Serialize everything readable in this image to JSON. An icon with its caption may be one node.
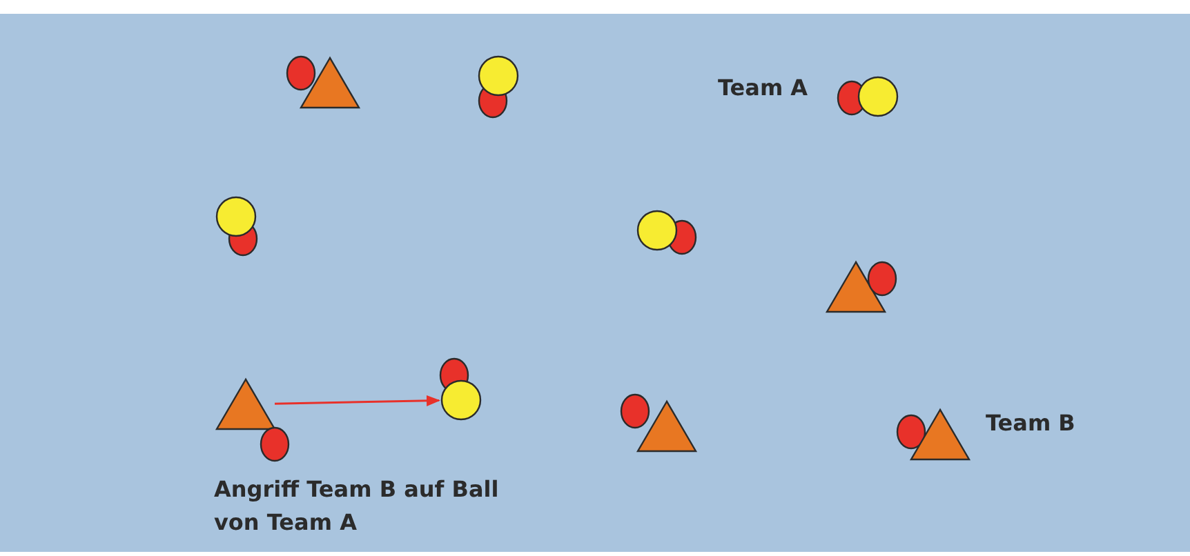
{
  "diagram": {
    "nodes": [
      {
        "text": [],
        "shape": "circle"
      },
      {
        "text": [],
        "shape": "triangle"
      },
      {
        "text": [],
        "shape": "circle"
      },
      {
        "text": [],
        "shape": "circle"
      },
      {
        "text": [],
        "shape": "circle"
      },
      {
        "text": [],
        "shape": "circle"
      },
      {
        "text": [],
        "shape": "circle"
      },
      {
        "text": [],
        "shape": "circle"
      },
      {
        "text": [],
        "shape": "circle"
      },
      {
        "text": [],
        "shape": "circle"
      },
      {
        "text": [],
        "shape": "triangle"
      },
      {
        "text": [],
        "shape": "circle"
      },
      {
        "text": [],
        "shape": "circle"
      },
      {
        "text": [],
        "shape": "circle"
      },
      {
        "text": [],
        "shape": "triangle"
      },
      {
        "text": [],
        "shape": "circle"
      },
      {
        "text": [],
        "shape": "triangle"
      },
      {
        "text": [],
        "shape": "circle"
      },
      {
        "text": [],
        "shape": "triangle"
      },
      {
        "text": [],
        "shape": "circle"
      }
    ],
    "edges": [
      {
        "from": 14,
        "to": 13,
        "arrow": "to",
        "color": "#e8312a"
      }
    ],
    "labels": [
      "Team A",
      "Team B",
      "Angriff Team B auf Ball von Team A"
    ]
  }
}
